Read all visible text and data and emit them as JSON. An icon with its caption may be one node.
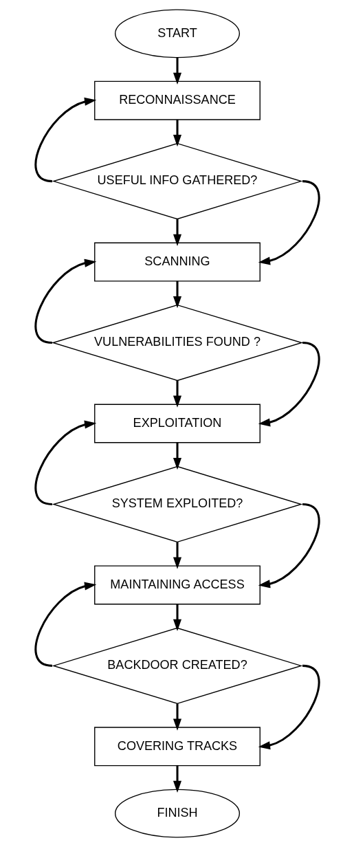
{
  "diagram": {
    "nodes": [
      {
        "text": [
          "START"
        ]
      },
      {
        "text": [
          "RECONNAISSANCE"
        ]
      },
      {
        "text": [
          "USEFUL INFO GATHERED?"
        ]
      },
      {
        "text": [
          "SCANNING"
        ]
      },
      {
        "text": [
          "VULNERABILITIES FOUND ?"
        ]
      },
      {
        "text": [
          "EXPLOITATION"
        ]
      },
      {
        "text": [
          "SYSTEM EXPLOITED?"
        ]
      },
      {
        "text": [
          "MAINTAINING ACCESS"
        ]
      },
      {
        "text": [
          "BACKDOOR CREATED?"
        ]
      },
      {
        "text": [
          "COVERING TRACKS"
        ]
      },
      {
        "text": [
          "FINISH"
        ]
      }
    ],
    "edges": [
      {
        "from": 0,
        "to": 1,
        "arrow": "to"
      },
      {
        "from": 1,
        "to": 2,
        "arrow": "to"
      },
      {
        "from": 2,
        "to": 1,
        "arrow": "to"
      },
      {
        "from": 2,
        "to": 3,
        "arrow": "to"
      },
      {
        "from": 2,
        "to": 3,
        "arrow": "to"
      },
      {
        "from": 3,
        "to": 4,
        "arrow": "to"
      },
      {
        "from": 4,
        "to": 3,
        "arrow": "to"
      },
      {
        "from": 4,
        "to": 5,
        "arrow": "to"
      },
      {
        "from": 4,
        "to": 5,
        "arrow": "to"
      },
      {
        "from": 5,
        "to": 6,
        "arrow": "to"
      },
      {
        "from": 6,
        "to": 5,
        "arrow": "to"
      },
      {
        "from": 6,
        "to": 7,
        "arrow": "to"
      },
      {
        "from": 6,
        "to": 7,
        "arrow": "to"
      },
      {
        "from": 7,
        "to": 8,
        "arrow": "to"
      },
      {
        "from": 8,
        "to": 7,
        "arrow": "to"
      },
      {
        "from": 8,
        "to": 9,
        "arrow": "to"
      },
      {
        "from": 8,
        "to": 9,
        "arrow": "to"
      },
      {
        "from": 9,
        "to": 10,
        "arrow": "to"
      }
    ]
  }
}
